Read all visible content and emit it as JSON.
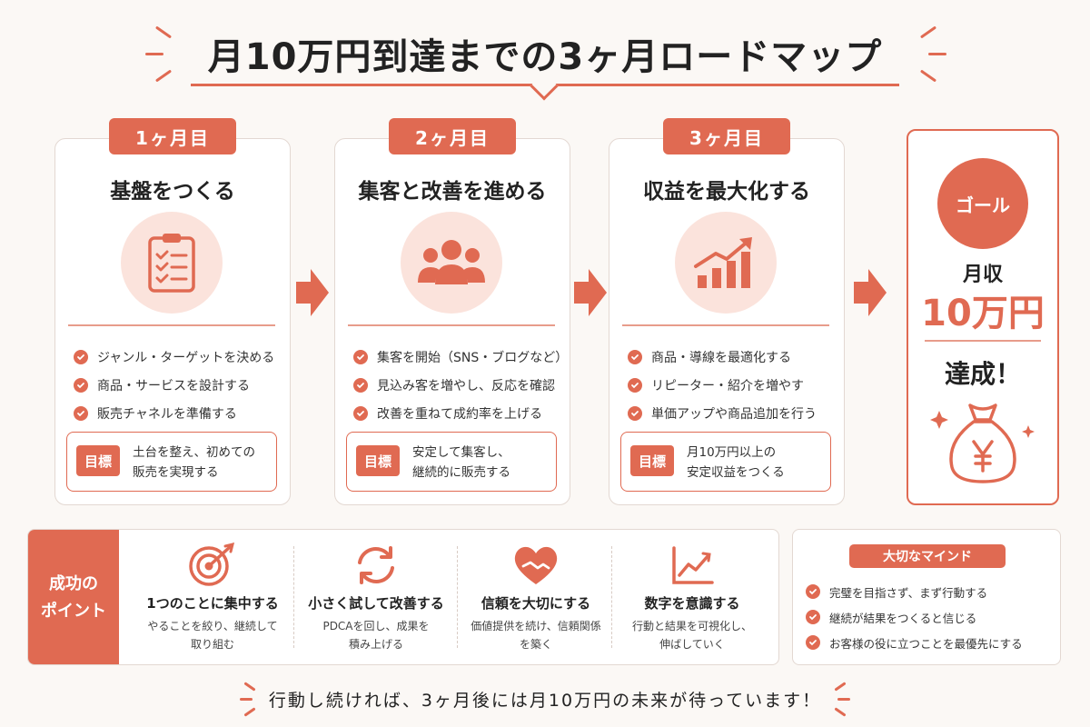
{
  "title": "月10万円到達までの3ヶ月ロードマップ",
  "months": [
    {
      "tab": "1ヶ月目",
      "heading": "基盤をつくる",
      "icon": "clipboard-checklist-icon",
      "tasks": [
        "ジャンル・ターゲットを決める",
        "商品・サービスを設計する",
        "販売チャネルを準備する"
      ],
      "goal_label": "目標",
      "goal_text": "土台を整え、初めての\n販売を実現する"
    },
    {
      "tab": "2ヶ月目",
      "heading": "集客と改善を進める",
      "icon": "people-group-icon",
      "tasks": [
        "集客を開始（SNS・ブログなど）",
        "見込み客を増やし、反応を確認",
        "改善を重ねて成約率を上げる"
      ],
      "goal_label": "目標",
      "goal_text": "安定して集客し、\n継続的に販売する"
    },
    {
      "tab": "3ヶ月目",
      "heading": "収益を最大化する",
      "icon": "growth-bar-chart-icon",
      "tasks": [
        "商品・導線を最適化する",
        "リピーター・紹介を増やす",
        "単価アップや商品追加を行う"
      ],
      "goal_label": "目標",
      "goal_text": "月10万円以上の\n安定収益をつくる"
    }
  ],
  "goal": {
    "badge": "ゴール",
    "income_label": "月収",
    "amount": "10万円",
    "achieved": "達成！",
    "icon": "money-bag-yen-icon"
  },
  "points": {
    "label": "成功の\nポイント",
    "items": [
      {
        "icon": "target-icon",
        "title": "1つのことに集中する",
        "desc": "やることを絞り、継続して\n取り組む"
      },
      {
        "icon": "cycle-arrows-icon",
        "title": "小さく試して改善する",
        "desc": "PDCAを回し、成果を\n積み上げる"
      },
      {
        "icon": "heart-handshake-icon",
        "title": "信頼を大切にする",
        "desc": "価値提供を続け、信頼関係\nを築く"
      },
      {
        "icon": "trend-line-icon",
        "title": "数字を意識する",
        "desc": "行動と結果を可視化し、\n伸ばしていく"
      }
    ]
  },
  "mindset": {
    "title": "大切なマインド",
    "items": [
      "完璧を目指さず、まず行動する",
      "継続が結果をつくると信じる",
      "お客様の役に立つことを最優先にする"
    ]
  },
  "footer": "行動し続ければ、3ヶ月後には月10万円の未来が待っています！",
  "colors": {
    "accent": "#e06a52",
    "accent_light": "#fbe3dc",
    "background": "#fbf8f5"
  }
}
